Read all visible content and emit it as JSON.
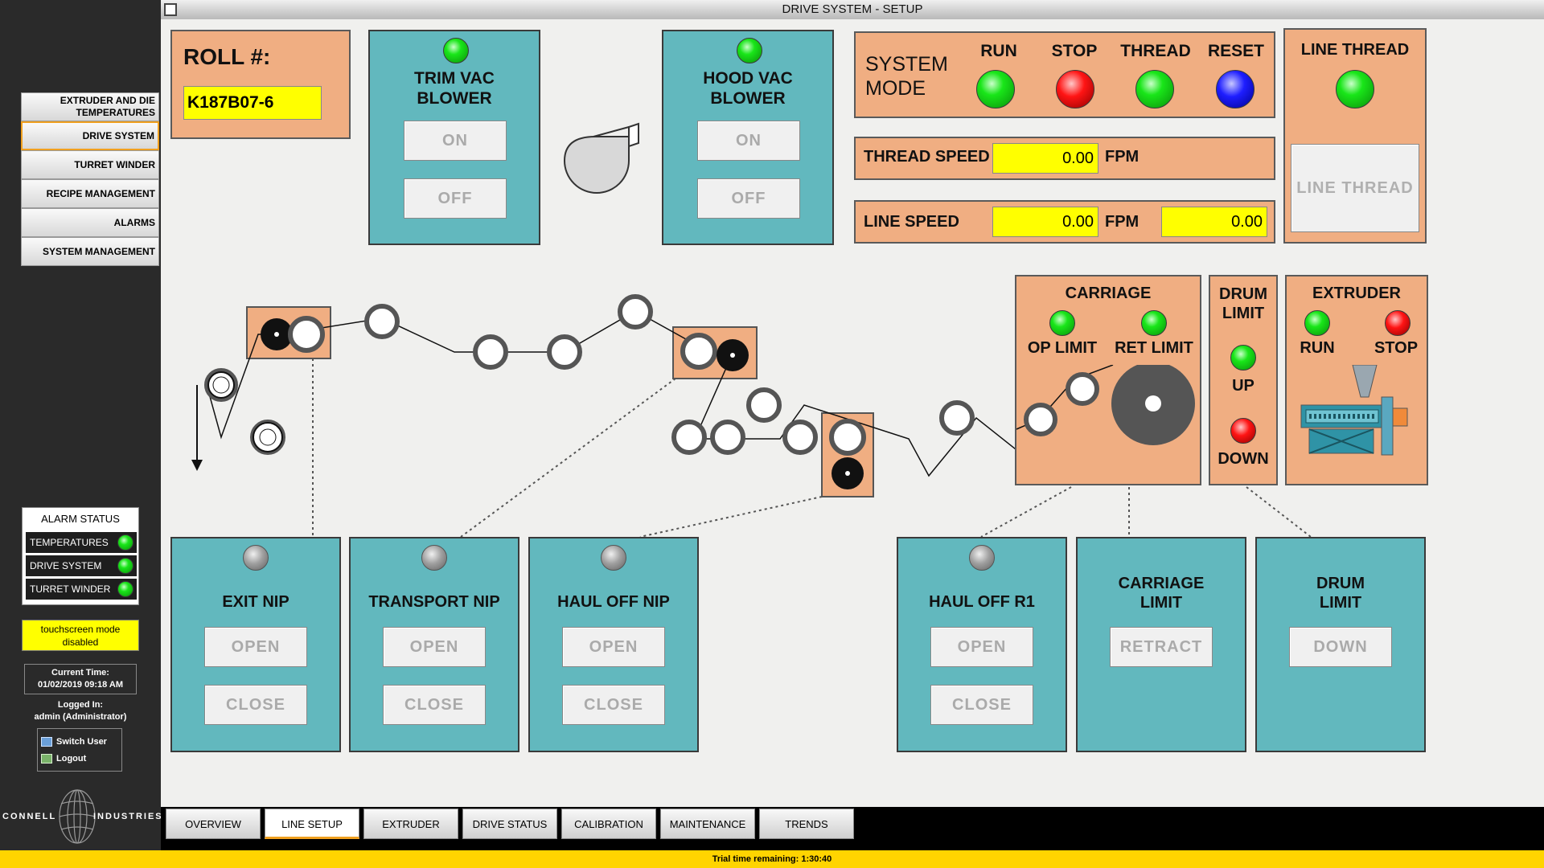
{
  "title": "DRIVE SYSTEM - SETUP",
  "nav": {
    "items": [
      "EXTRUDER AND DIE\nTEMPERATURES",
      "DRIVE SYSTEM",
      "TURRET WINDER",
      "RECIPE MANAGEMENT",
      "ALARMS",
      "SYSTEM MANAGEMENT"
    ],
    "active": "DRIVE SYSTEM"
  },
  "alarm_status": {
    "title": "ALARM STATUS",
    "rows": [
      {
        "label": "TEMPERATURES",
        "status": "green"
      },
      {
        "label": "DRIVE SYSTEM",
        "status": "green"
      },
      {
        "label": "TURRET WINDER",
        "status": "green"
      }
    ]
  },
  "touchscreen": "touchscreen mode\ndisabled",
  "current_time_label": "Current Time:",
  "current_time": "01/02/2019 09:18 AM",
  "logged_in_label": "Logged In:",
  "logged_in_user": "admin (Administrator)",
  "switch_user": "Switch User",
  "logout": "Logout",
  "logo": {
    "left": "CONNELL",
    "right": "INDUSTRIES"
  },
  "roll": {
    "label": "ROLL #:",
    "value": "K187B07-6"
  },
  "trim_vac": {
    "title": "TRIM VAC\nBLOWER",
    "on": "ON",
    "off": "OFF",
    "status": "green"
  },
  "hood_vac": {
    "title": "HOOD VAC\nBLOWER",
    "on": "ON",
    "off": "OFF",
    "status": "green"
  },
  "system_mode": {
    "label": "SYSTEM\nMODE",
    "lights": [
      {
        "label": "RUN",
        "color": "green"
      },
      {
        "label": "STOP",
        "color": "red"
      },
      {
        "label": "THREAD",
        "color": "green"
      },
      {
        "label": "RESET",
        "color": "blue"
      }
    ]
  },
  "thread_speed": {
    "label": "THREAD SPEED",
    "value": "0.00",
    "unit": "FPM"
  },
  "line_speed": {
    "label": "LINE SPEED",
    "value": "0.00",
    "unit": "FPM",
    "value2": "0.00"
  },
  "line_thread": {
    "title": "LINE THREAD",
    "button": "LINE THREAD",
    "status": "green"
  },
  "carriage": {
    "title": "CARRIAGE",
    "op_limit": "OP LIMIT",
    "ret_limit": "RET LIMIT"
  },
  "drum_limit": {
    "title": "DRUM\nLIMIT",
    "up": "UP",
    "down": "DOWN"
  },
  "extruder": {
    "title": "EXTRUDER",
    "run": "RUN",
    "stop": "STOP"
  },
  "controls": [
    {
      "id": "exit-nip",
      "title": "EXIT NIP",
      "buttons": [
        "OPEN",
        "CLOSE"
      ],
      "led": true
    },
    {
      "id": "transport-nip",
      "title": "TRANSPORT NIP",
      "buttons": [
        "OPEN",
        "CLOSE"
      ],
      "led": true
    },
    {
      "id": "haul-off-nip",
      "title": "HAUL OFF NIP",
      "buttons": [
        "OPEN",
        "CLOSE"
      ],
      "led": true
    },
    {
      "id": "haul-off-r1",
      "title": "HAUL OFF R1",
      "buttons": [
        "OPEN",
        "CLOSE"
      ],
      "led": true
    },
    {
      "id": "carriage-limit",
      "title": "CARRIAGE\nLIMIT",
      "buttons": [
        "RETRACT"
      ],
      "led": false
    },
    {
      "id": "drum-limit",
      "title": "DRUM\nLIMIT",
      "buttons": [
        "DOWN"
      ],
      "led": false
    }
  ],
  "tabs": [
    "OVERVIEW",
    "LINE SETUP",
    "EXTRUDER",
    "DRIVE STATUS",
    "CALIBRATION",
    "MAINTENANCE",
    "TRENDS"
  ],
  "active_tab": "LINE SETUP",
  "trial": "Trial time remaining: 1:30:40"
}
